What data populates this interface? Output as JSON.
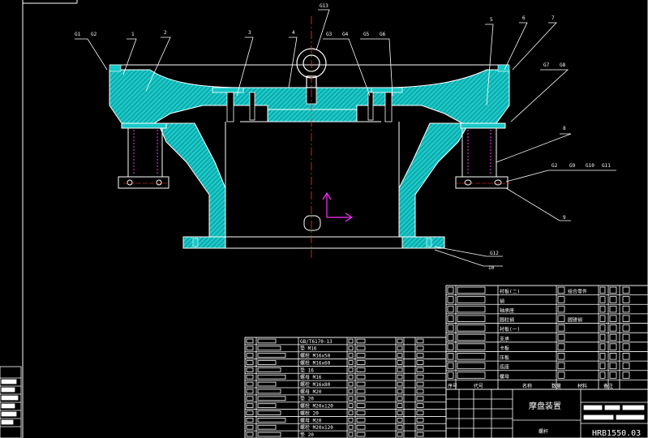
{
  "drawing": {
    "title": "摩盘装置",
    "drawing_no": "HRB1550.03",
    "sub_title": "螺杆",
    "colors": {
      "background": "#000000",
      "line": "#ffffff",
      "section_fill": "#19c8c8",
      "hatch": "#0a8c8c",
      "centerline": "#ff3030",
      "symbol": "#ff30ff"
    }
  },
  "callouts": {
    "top_left_pair": [
      "G1",
      "G2"
    ],
    "top_center": "G13",
    "top_middle_pair1": [
      "G3",
      "G4"
    ],
    "top_middle_pair2": [
      "G5",
      "G6"
    ],
    "right_pair": [
      "G7",
      "G8"
    ],
    "right_group": [
      "G2",
      "G9",
      "G10",
      "G11"
    ],
    "bottom_right": "G12",
    "item_numbers": [
      "1",
      "2",
      "3",
      "4",
      "5",
      "6",
      "7",
      "8",
      "9",
      "10"
    ]
  },
  "bom_left": {
    "rows": [
      "GB/T6170-13",
      "垫 M16",
      "螺栓 M16x50",
      "螺栓 M16x60",
      "垫 16",
      "螺母 M16",
      "螺栓 M16x80",
      "螺母 M20",
      "垫 20",
      "螺栓 M20x120",
      "螺栓 20",
      "螺母 M20",
      "螺栓 M20x120",
      "垫 20"
    ]
  },
  "bom_right": {
    "rows": [
      "衬板(二)",
      "销",
      "轴承座",
      "圆柱销",
      "衬板(一)",
      "支承",
      "卡板",
      "压板",
      "底座",
      "螺母"
    ],
    "col2": [
      "组合零件",
      "",
      "",
      "圆锥销",
      "",
      "",
      "",
      "",
      "",
      ""
    ],
    "header": [
      "序号",
      "代号",
      "名称",
      "数量",
      "材料",
      "备注"
    ]
  }
}
